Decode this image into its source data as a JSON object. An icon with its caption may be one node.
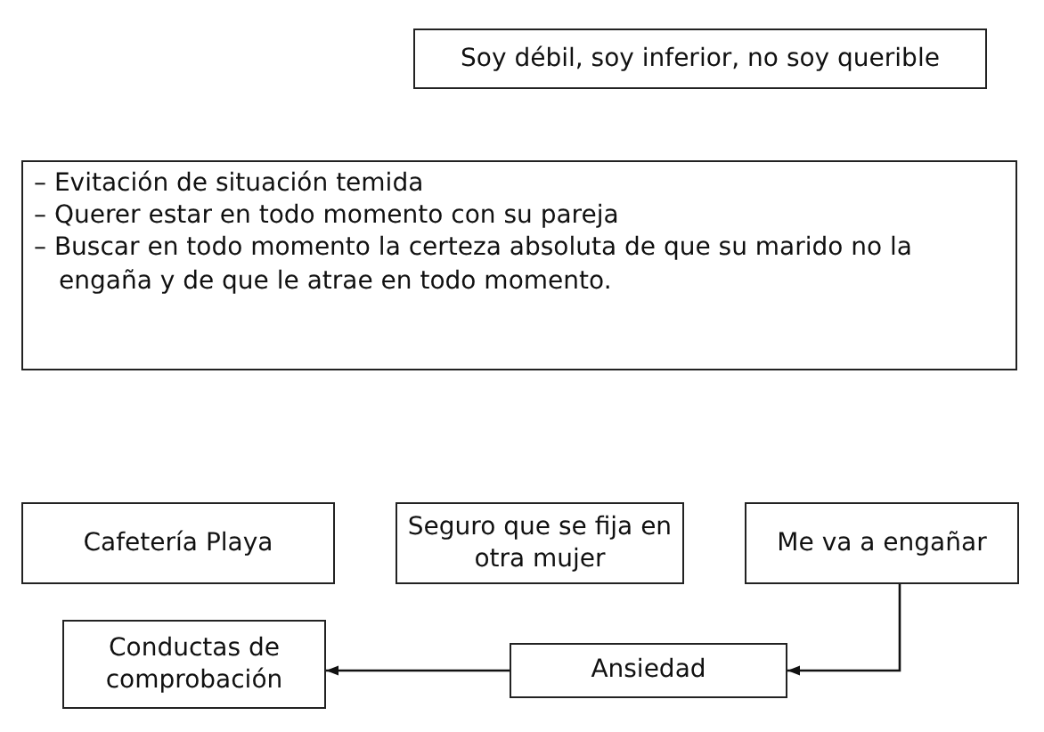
{
  "diagram": {
    "nodes": [
      {
        "text": [
          "Soy débil, soy inferior, no soy querible"
        ]
      },
      {
        "text": [
          "– Evitación de situación temida",
          "– Querer estar en todo momento con su pareja",
          "– Buscar en todo momento la certeza absoluta de que su marido no la engaña y de que le atrae en todo momento."
        ]
      },
      {
        "text": [
          "Cafetería Playa"
        ]
      },
      {
        "text": [
          "Seguro que se fija en otra mujer"
        ]
      },
      {
        "text": [
          "Me va a engañar"
        ]
      },
      {
        "text": [
          "Conductas de comprobación"
        ]
      },
      {
        "text": [
          "Ansiedad"
        ]
      }
    ],
    "edges": [
      {
        "from": 4,
        "to": 6,
        "arrow": "to"
      },
      {
        "from": 6,
        "to": 5,
        "arrow": "to"
      }
    ]
  }
}
